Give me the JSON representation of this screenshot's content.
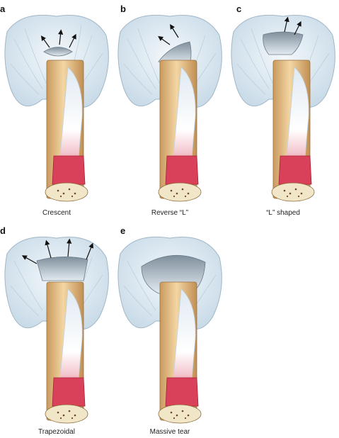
{
  "panels": [
    {
      "letter": "a",
      "caption": "Crescent"
    },
    {
      "letter": "b",
      "caption": "Reverse “L”"
    },
    {
      "letter": "c",
      "caption": "“L” shaped"
    },
    {
      "letter": "d",
      "caption": "Trapezoidal"
    },
    {
      "letter": "e",
      "caption": "Massive tear"
    }
  ]
}
